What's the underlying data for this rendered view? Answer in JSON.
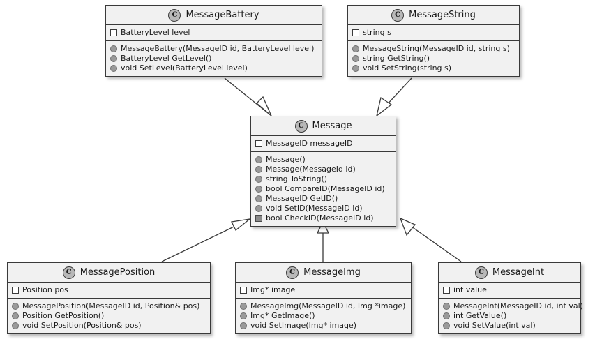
{
  "diagram": {
    "kind": "uml-class-diagram",
    "title": "Message class hierarchy",
    "background_color": "#FFFFFF",
    "class_fill_color": "#F1F1F1",
    "class_border_color": "#3A3A3A",
    "line_color": "#3A3A3A",
    "class_stereotype_letter": "C"
  },
  "classes": [
    {
      "id": "MessageBattery",
      "name": "MessageBattery",
      "icon": "class-circle-icon",
      "fields": [
        {
          "visibility": "field-public",
          "text": "BatteryLevel level"
        }
      ],
      "methods": [
        {
          "visibility": "method-public",
          "text": "MessageBattery(MessageID id, BatteryLevel level)"
        },
        {
          "visibility": "method-public",
          "text": "BatteryLevel GetLevel()"
        },
        {
          "visibility": "method-public",
          "text": "void SetLevel(BatteryLevel level)"
        }
      ]
    },
    {
      "id": "MessageString",
      "name": "MessageString",
      "icon": "class-circle-icon",
      "fields": [
        {
          "visibility": "field-public",
          "text": "string s"
        }
      ],
      "methods": [
        {
          "visibility": "method-public",
          "text": "MessageString(MessageID id, string s)"
        },
        {
          "visibility": "method-public",
          "text": "string GetString()"
        },
        {
          "visibility": "method-public",
          "text": "void SetString(string s)"
        }
      ]
    },
    {
      "id": "Message",
      "name": "Message",
      "icon": "class-circle-icon",
      "fields": [
        {
          "visibility": "field-public",
          "text": "MessageID messageID"
        }
      ],
      "methods": [
        {
          "visibility": "method-public",
          "text": "Message()"
        },
        {
          "visibility": "method-public",
          "text": "Message(MessageId id)"
        },
        {
          "visibility": "method-public",
          "text": "string ToString()"
        },
        {
          "visibility": "method-public",
          "text": "bool CompareID(MessageID id)"
        },
        {
          "visibility": "method-public",
          "text": "MessageID GetID()"
        },
        {
          "visibility": "method-public",
          "text": "void SetID(MessageID id)"
        },
        {
          "visibility": "method-protected",
          "text": "bool CheckID(MessageID id)"
        }
      ]
    },
    {
      "id": "MessagePosition",
      "name": "MessagePosition",
      "icon": "class-circle-icon",
      "fields": [
        {
          "visibility": "field-public",
          "text": "Position pos"
        }
      ],
      "methods": [
        {
          "visibility": "method-public",
          "text": "MessagePosition(MessageID id, Position& pos)"
        },
        {
          "visibility": "method-public",
          "text": "Position GetPosition()"
        },
        {
          "visibility": "method-public",
          "text": "void SetPosition(Position& pos)"
        }
      ]
    },
    {
      "id": "MessageImg",
      "name": "MessageImg",
      "icon": "class-circle-icon",
      "fields": [
        {
          "visibility": "field-public",
          "text": "Img* image"
        }
      ],
      "methods": [
        {
          "visibility": "method-public",
          "text": "MessageImg(MessageID id, Img *image)"
        },
        {
          "visibility": "method-public",
          "text": "Img* GetImage()"
        },
        {
          "visibility": "method-public",
          "text": "void SetImage(Img* image)"
        }
      ]
    },
    {
      "id": "MessageInt",
      "name": "MessageInt",
      "icon": "class-circle-icon",
      "fields": [
        {
          "visibility": "field-public",
          "text": "int value"
        }
      ],
      "methods": [
        {
          "visibility": "method-public",
          "text": "MessageInt(MessageID id, int val)"
        },
        {
          "visibility": "method-public",
          "text": "int GetValue()"
        },
        {
          "visibility": "method-public",
          "text": "void SetValue(int val)"
        }
      ]
    }
  ],
  "relationships": [
    {
      "type": "generalization",
      "from": "MessageBattery",
      "to": "Message",
      "arrowhead": "hollow-triangle"
    },
    {
      "type": "generalization",
      "from": "MessageString",
      "to": "Message",
      "arrowhead": "hollow-triangle"
    },
    {
      "type": "generalization",
      "from": "MessagePosition",
      "to": "Message",
      "arrowhead": "hollow-triangle"
    },
    {
      "type": "generalization",
      "from": "MessageImg",
      "to": "Message",
      "arrowhead": "hollow-triangle"
    },
    {
      "type": "generalization",
      "from": "MessageInt",
      "to": "Message",
      "arrowhead": "hollow-triangle"
    }
  ]
}
